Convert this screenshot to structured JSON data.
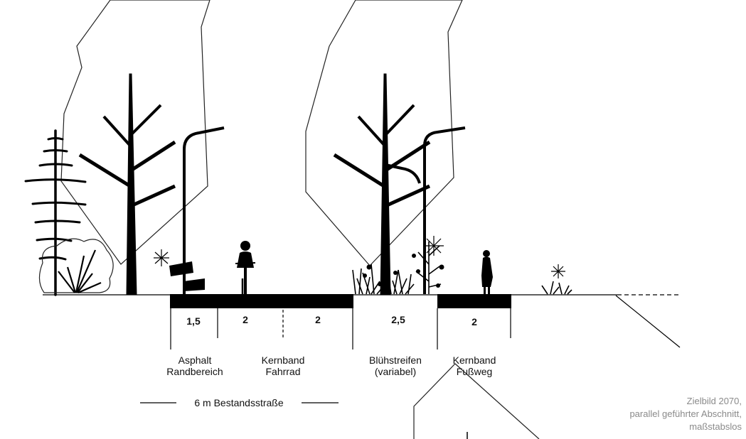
{
  "segments": [
    {
      "width": "1,5",
      "label_line1": "Asphalt",
      "label_line2": "Randbereich"
    },
    {
      "width": "2",
      "label_line1": "",
      "label_line2": ""
    },
    {
      "width": "2",
      "label_line1": "Kernband",
      "label_line2": "Fahrrad"
    },
    {
      "width": "2,5",
      "label_line1": "Blühstreifen",
      "label_line2": "(variabel)"
    },
    {
      "width": "2",
      "label_line1": "Kernband",
      "label_line2": "Fußweg"
    }
  ],
  "existing_road": "6 m Bestandsstraße",
  "caption": {
    "line1": "Zielbild 2070,",
    "line2": "parallel geführter Abschnitt,",
    "line3": "maßstabslos"
  }
}
